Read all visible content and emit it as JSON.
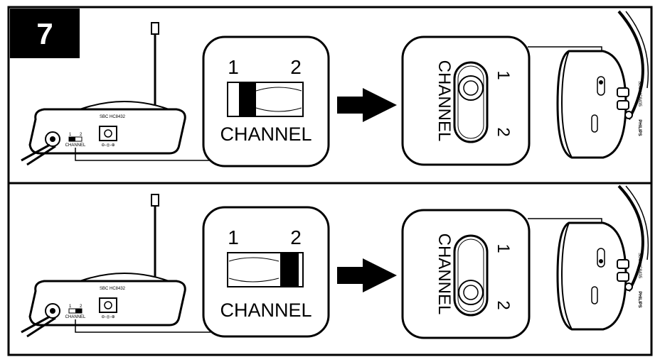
{
  "step": "7",
  "panels": [
    {
      "id": "top",
      "base_model": "SBC HC8432",
      "base_switch_labels": [
        "1",
        "2"
      ],
      "base_switch_caption": "CHANNEL",
      "zoom_numbers": [
        "1",
        "2"
      ],
      "zoom_caption": "CHANNEL",
      "headphone_numbers": [
        "1",
        "2"
      ],
      "headphone_caption": "CHANNEL",
      "headphone_model": "SBC HC8435",
      "headphone_brand": "PHILIPS",
      "selected_channel": 1
    },
    {
      "id": "bottom",
      "base_model": "SBC HC8432",
      "base_switch_labels": [
        "1",
        "2"
      ],
      "base_switch_caption": "CHANNEL",
      "zoom_numbers": [
        "1",
        "2"
      ],
      "zoom_caption": "CHANNEL",
      "headphone_numbers": [
        "1",
        "2"
      ],
      "headphone_caption": "CHANNEL",
      "headphone_model": "SBC HC8435",
      "headphone_brand": "PHILIPS",
      "selected_channel": 2
    }
  ]
}
